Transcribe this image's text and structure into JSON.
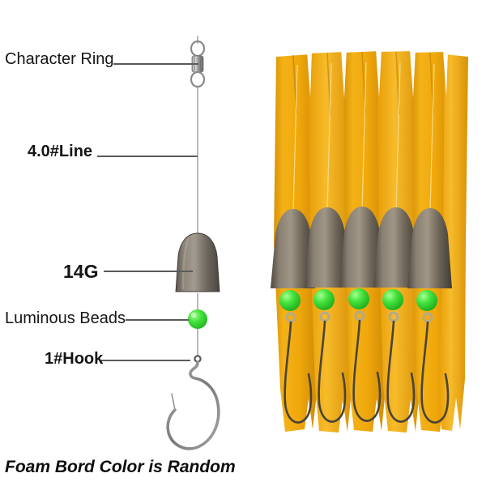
{
  "product": {
    "type": "fishing-rig-diagram",
    "caption": "Foam Bord Color is Random"
  },
  "diagram": {
    "labels": [
      {
        "id": "character-ring",
        "text": "Character Ring",
        "bold": false,
        "component": "barrel-swivel"
      },
      {
        "id": "line",
        "text": "4.0#Line",
        "bold": true,
        "component": "fishing-line"
      },
      {
        "id": "weight",
        "text": "14G",
        "bold": true,
        "component": "bullet-sinker"
      },
      {
        "id": "luminous-beads",
        "text": "Luminous Beads",
        "bold": false,
        "component": "glow-bead"
      },
      {
        "id": "hook",
        "text": "1#Hook",
        "bold": true,
        "component": "offset-worm-hook"
      }
    ]
  },
  "photo": {
    "foam_board_count": 6,
    "rig_count": 5,
    "components": [
      "foam-board",
      "bullet-sinker",
      "luminous-bead",
      "offset-hook"
    ]
  },
  "colors": {
    "foam_yellow": "#F0A80C",
    "foam_yellow_light": "#F7C03A",
    "foam_yellow_dark": "#D88F06",
    "bead_green": "#3FE03F",
    "bead_green_light": "#7DF07D",
    "sinker_grey": "#6E6860",
    "sinker_grey_dark": "#4A453F",
    "sinker_grey_light": "#9A9288",
    "line_grey": "#9A9A9A",
    "hook_steel": "#8C8C8C",
    "text_black": "#151515",
    "background": "#FFFFFF"
  }
}
